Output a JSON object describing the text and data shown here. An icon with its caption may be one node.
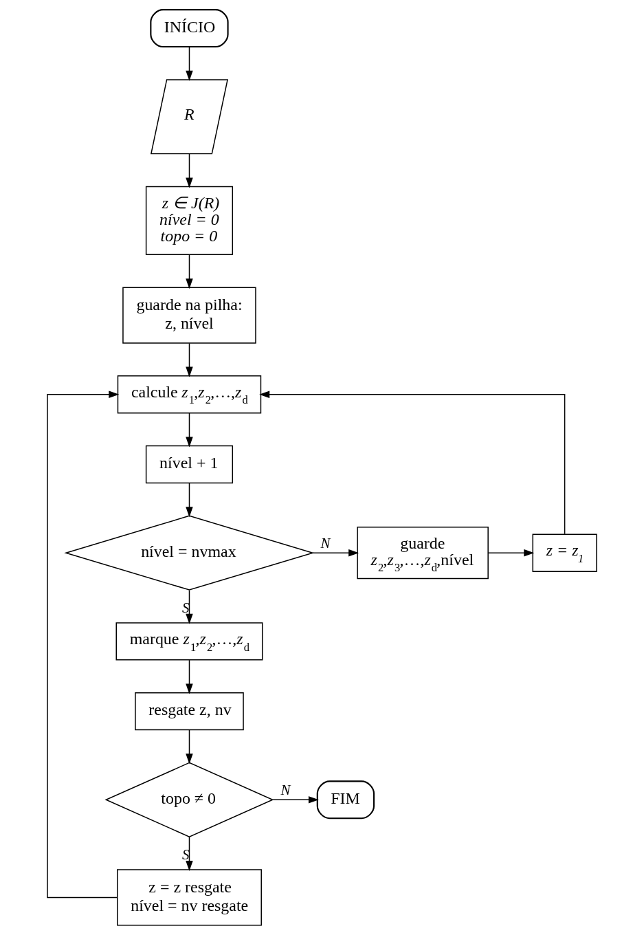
{
  "diagram": {
    "nodes": [
      {
        "text": [
          "INÍCIO"
        ]
      },
      {
        "text": [
          "R"
        ]
      },
      {
        "text": [
          "z ∈ J(R)",
          "nível = 0",
          "topo = 0"
        ]
      },
      {
        "text": [
          "guarde na pilha:",
          "z, nível"
        ]
      },
      {
        "text": [
          "calcule *z*$_{1}$,*z*$_{2}$,…,*z*$_{d}$"
        ]
      },
      {
        "text": [
          "nível + 1"
        ]
      },
      {
        "text": [
          "nível = nvmax"
        ]
      },
      {
        "text": [
          "guarde",
          "*z*$_{2}$,*z*$_{3}$,…,*z*$_{d}$,nível"
        ]
      },
      {
        "text": [
          "z = z$_{1}$"
        ]
      },
      {
        "text": [
          "marque *z*$_{1}$,*z*$_{2}$,…,*z*$_{d}$"
        ]
      },
      {
        "text": [
          "resgate z, nv"
        ]
      },
      {
        "text": [
          "topo ≠ 0"
        ]
      },
      {
        "text": [
          "FIM"
        ]
      },
      {
        "text": [
          "z = z resgate",
          "nível = nv resgate"
        ]
      }
    ],
    "edges": [
      {
        "from": 0,
        "to": 1,
        "arrow": "to"
      },
      {
        "from": 1,
        "to": 2,
        "arrow": "to"
      },
      {
        "from": 2,
        "to": 3,
        "arrow": "to"
      },
      {
        "from": 3,
        "to": 4,
        "arrow": "to"
      },
      {
        "from": 4,
        "to": 5,
        "arrow": "to"
      },
      {
        "from": 5,
        "to": 6,
        "arrow": "to"
      },
      {
        "from": 6,
        "to": 7,
        "arrow": "to",
        "label": "N"
      },
      {
        "from": 7,
        "to": 8,
        "arrow": "to"
      },
      {
        "from": 8,
        "to": 4,
        "arrow": "to"
      },
      {
        "from": 6,
        "to": 9,
        "arrow": "to",
        "label": "S"
      },
      {
        "from": 9,
        "to": 10,
        "arrow": "to"
      },
      {
        "from": 10,
        "to": 11,
        "arrow": "to"
      },
      {
        "from": 11,
        "to": 12,
        "arrow": "to",
        "label": "N"
      },
      {
        "from": 11,
        "to": 13,
        "arrow": "to",
        "label": "S"
      },
      {
        "from": 13,
        "to": 4,
        "arrow": "to"
      }
    ]
  }
}
